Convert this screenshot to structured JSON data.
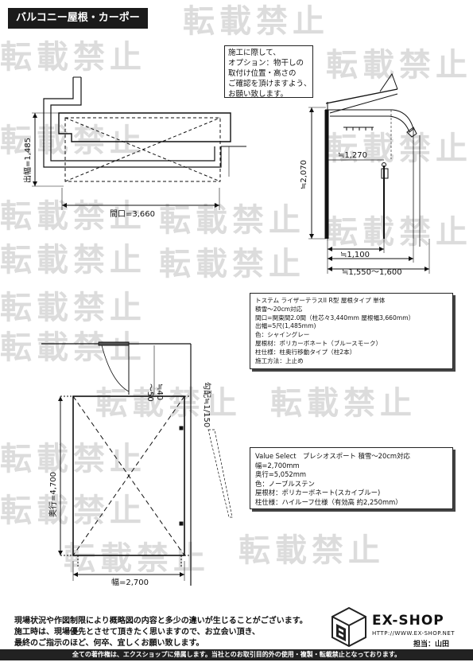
{
  "title": "バルコニー屋根・カーポート",
  "watermark": "転載禁止",
  "note": {
    "lines": [
      "施工に際して、",
      "オプション：物干しの",
      "取付け位置・高さの",
      "ご確認を頂けますよう、",
      "お願い致します。"
    ]
  },
  "balcony_plan": {
    "depth_label": "出幅=1,485",
    "width_label": "間口=3,660"
  },
  "balcony_section": {
    "height_label": "≒2,070",
    "overhang_label": "≒1,270",
    "dim1_label": "≒1,100",
    "dim2_label": "≒1,550～1,600"
  },
  "spec1": {
    "lines": [
      "トステム ライザーテラスII R型 屋根タイプ 単体",
      "積雪～20cm対応",
      "間口=関東間2.0間（柱芯々3,440mm 屋根幅3,660mm）",
      "出幅=5尺(1,485mm)",
      "色：シャイングレー",
      "屋根材：ポリカーボネート（ブルースモーク）",
      "柱仕様：柱奥行移動タイプ（柱2本）",
      "施工方法：上止め"
    ]
  },
  "carport_plan": {
    "depth_label": "奥行=4,700",
    "width_label": "幅=2,700",
    "gap_label1": "≒40",
    "gap_label2": "～50",
    "slope_label": "勾配≒1/150"
  },
  "spec2": {
    "lines": [
      "Value Select　プレシオスポート 積雪～20cm対応",
      "幅=2,700mm",
      "奥行=5,052mm",
      "色：ノーブルステン",
      "屋根材：ポリカーボネート(スカイブルー)",
      "柱仕様：ハイルーフ仕様（有効高 約2,250mm）"
    ]
  },
  "footer": {
    "lines": [
      "現場状況や作図制限により概略図の内容と多少の違いが生じることがございます。",
      "施工時は、現場優先とさせて頂きたく思いますので、お立会い頂き、",
      "最終のご指示のほど、何卒、宜しくお願い致します。"
    ],
    "brand": "EX-SHOP",
    "url": "HTTP://WWW.EX-SHOP.NET",
    "staff": "担当：山田",
    "copyright": "全ての著作権は、エクスショップに帰属します。当社とのお取引目的外の使用・複製・転載禁止となっております。"
  },
  "colors": {
    "watermark": "#d9d9d9",
    "ink": "#111111",
    "dark_bar": "#1b1b1b"
  }
}
